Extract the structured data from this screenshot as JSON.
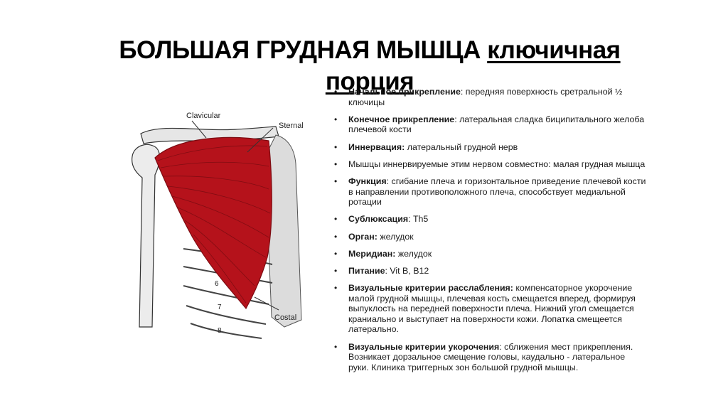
{
  "title": {
    "main": "БОЛЬШАЯ ГРУДНАЯ МЫШЦА ",
    "underlined_part": "ключичная",
    "line2": "порция"
  },
  "figure": {
    "labels": {
      "clavicular": "Clavicular",
      "sternal": "Sternal",
      "costal": "Costal",
      "rib6": "6",
      "rib7": "7",
      "rib8": "8"
    },
    "colors": {
      "muscle": "#b5121b",
      "muscle_dark": "#7d0c12",
      "bone": "#e6e6e6",
      "outline": "#333333"
    }
  },
  "bullets": [
    {
      "term": "Начальное прикрепление",
      "text": ": передняя поверхность сретральной ½ ключицы"
    },
    {
      "term": "Конечное прикрепление",
      "text": ": латеральная сладка биципитального желоба плечевой кости"
    },
    {
      "term": "Иннервация:",
      "text": " латеральный грудной нерв"
    },
    {
      "term": "",
      "text": "Мышцы иннервируемые этим нервом совместно: малая грудная мышца"
    },
    {
      "term": "Функция",
      "text": ": сгибание плеча и горизонтальное приведение плечевой кости в направлении противоположного плеча, способствует медиальной ротации"
    },
    {
      "term": "Сублюксация",
      "text": ": Th5"
    },
    {
      "term": "Орган:",
      "text": " желудок"
    },
    {
      "term": "Меридиан:",
      "text": " желудок"
    },
    {
      "term": "Питание",
      "text": ": Vit B, B12"
    },
    {
      "term": "Визуальные критерии расслабления:",
      "text": " компенсаторное укорочение малой грудной мышцы, плечевая кость смещается вперед, формируя выпуклость на передней поверхности плеча. Нижний угол смещается краниально и выступает на поверхности кожи. Лопатка смещеется латерально."
    },
    {
      "term": "Визуальные критерии укорочения",
      "text": ": сближения мест прикрепления. Возникает дорзальное смещение головы, каудально - латеральное руки. Клиника триггерных зон большой грудной мышцы."
    }
  ]
}
